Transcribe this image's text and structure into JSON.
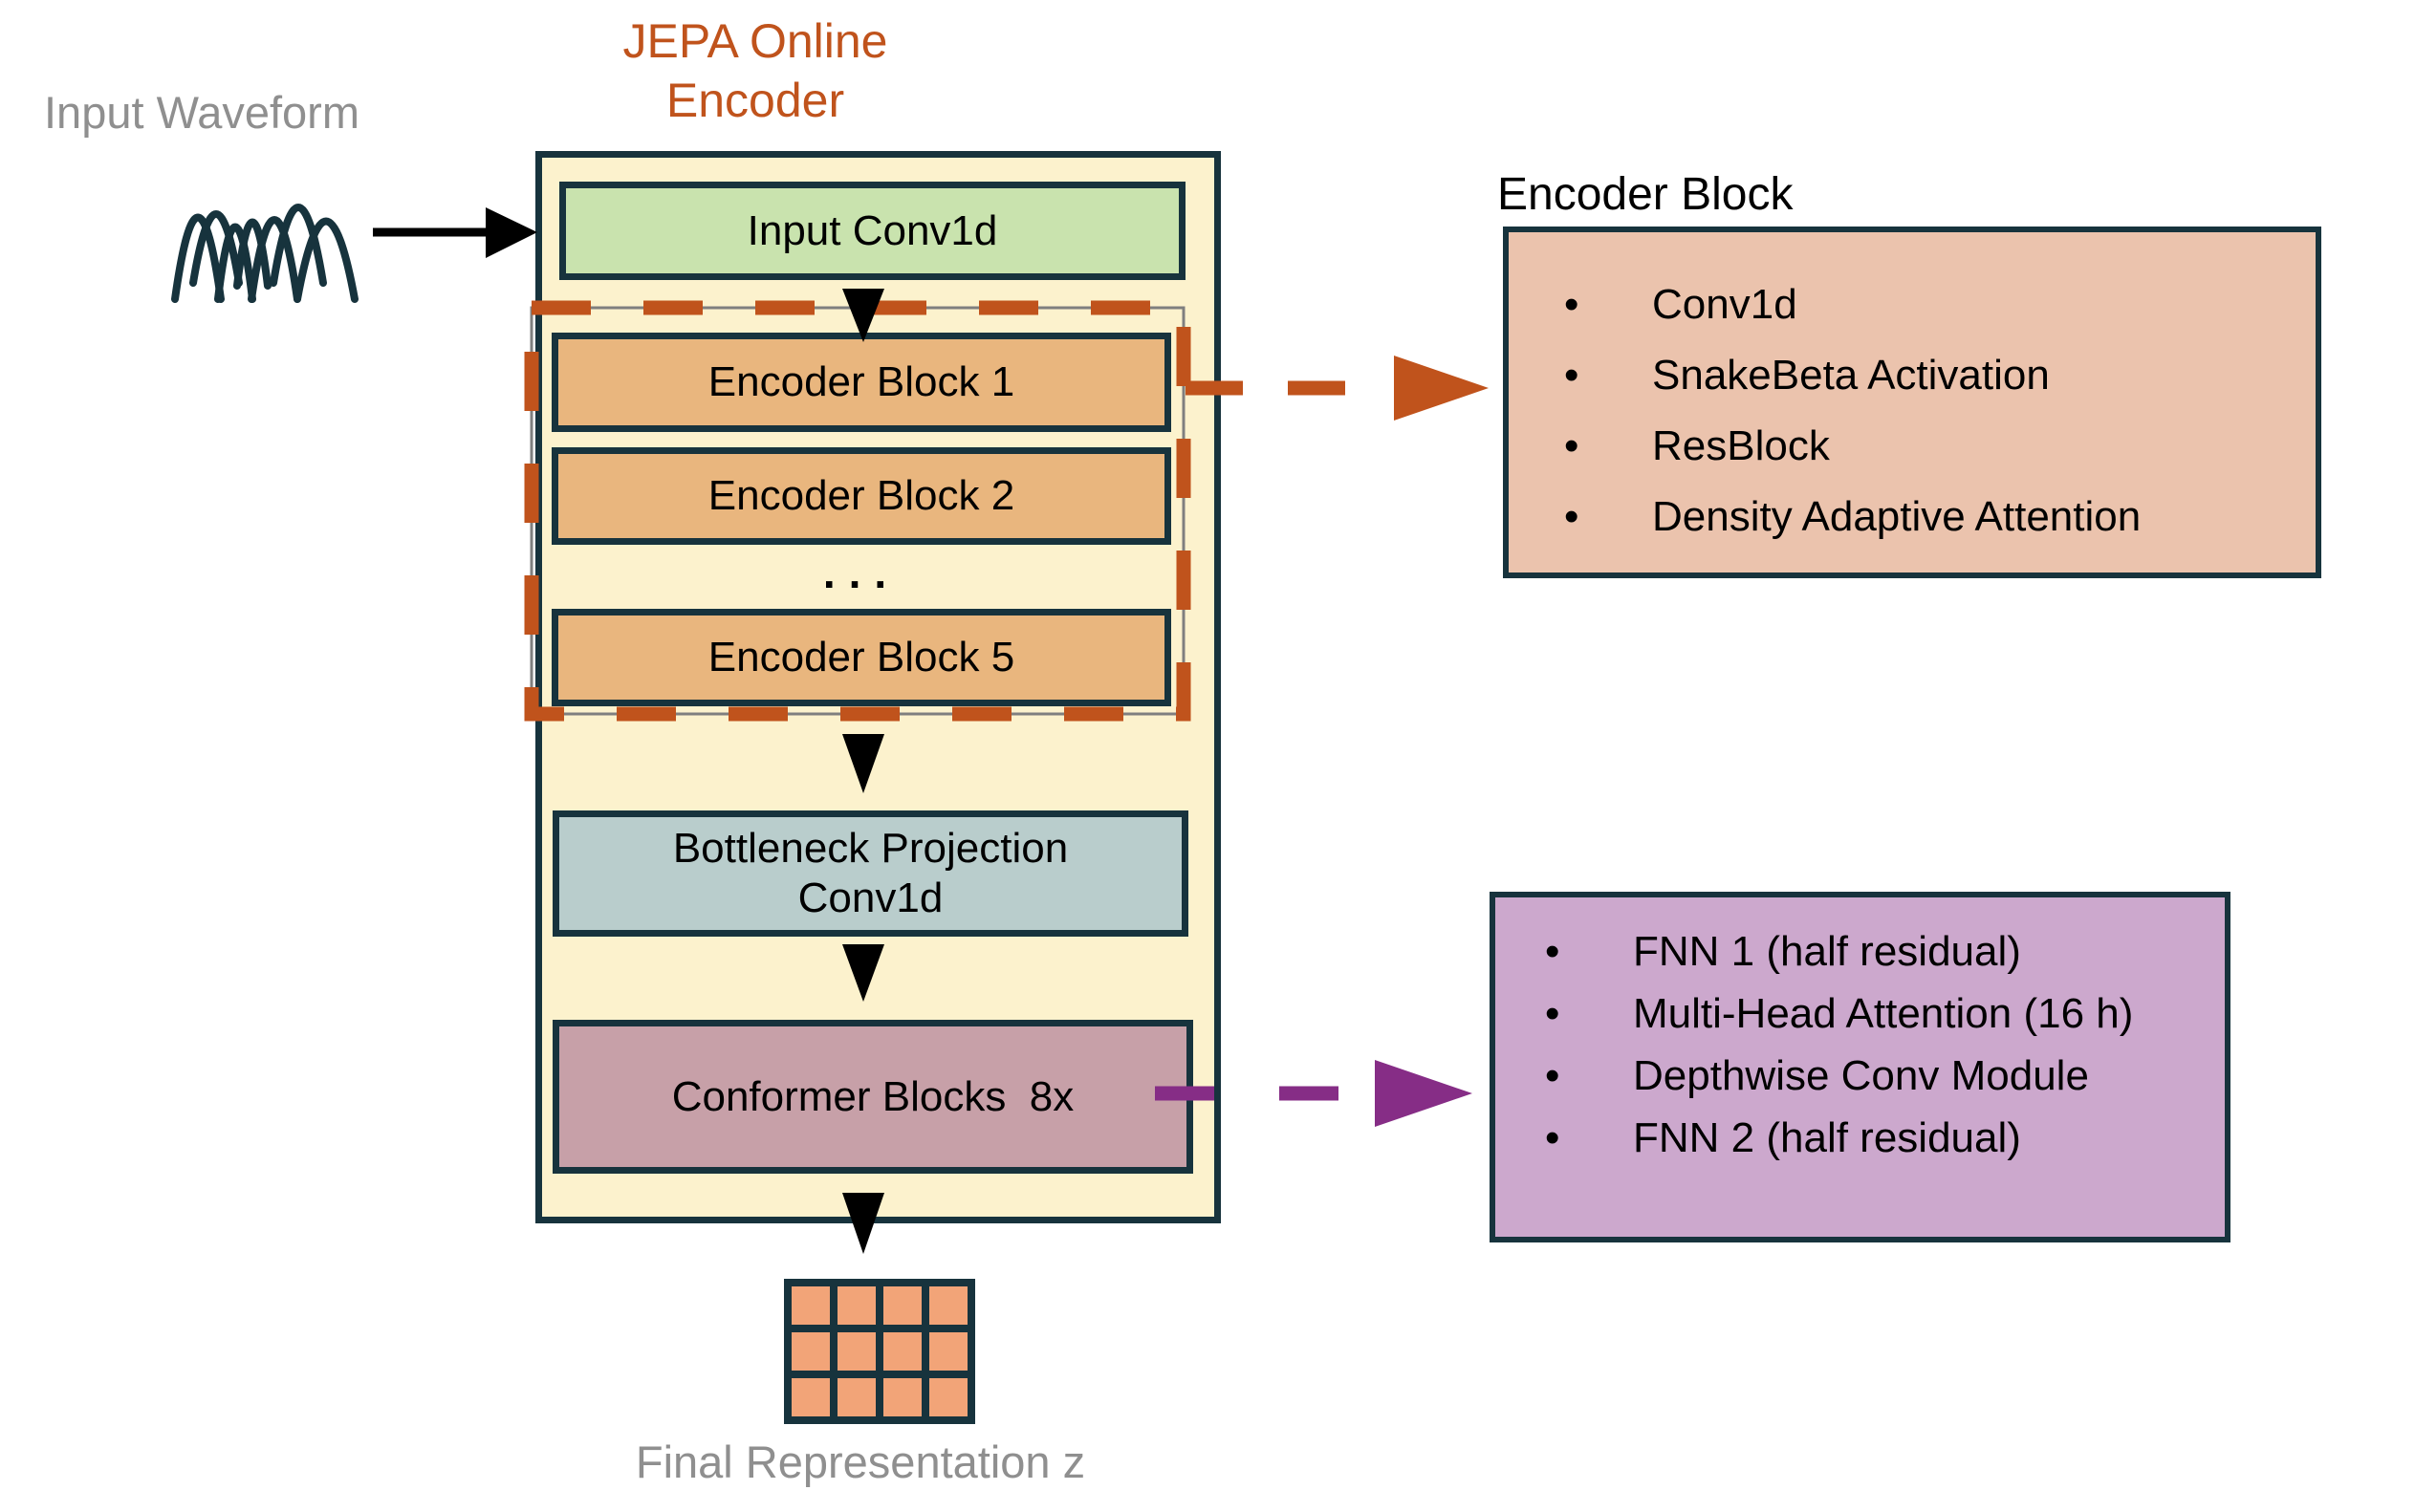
{
  "colors": {
    "accent_orange": "#C0531C",
    "accent_purple": "#862D86",
    "outline_dark_teal": "#17333D",
    "container_cream": "#FCF2CD",
    "input_conv_green": "#C9E3AE",
    "encoder_block_orange": "#E9B67E",
    "bottleneck_bluegray": "#B9CDCC",
    "conformer_mauve": "#C7A0A8",
    "encoder_detail_pink": "#EBC3AD",
    "conformer_detail_purple": "#CCA8CD",
    "grid_cell_salmon": "#F2A478",
    "muted_gray_text": "#8F8F8F"
  },
  "input": {
    "label": "Input Waveform"
  },
  "title": {
    "line1": "JEPA Online",
    "line2": "Encoder"
  },
  "encoder": {
    "input_conv": "Input Conv1d",
    "blocks": [
      {
        "label": "Encoder Block 1"
      },
      {
        "label": "Encoder Block 2"
      },
      {
        "label": "Encoder Block 5"
      }
    ],
    "ellipsis": "...",
    "bottleneck_line1": "Bottleneck Projection",
    "bottleneck_line2": "Conv1d",
    "conformer": "Conformer Blocks  8x"
  },
  "output": {
    "label": "Final Representation z"
  },
  "encoder_block_detail": {
    "title": "Encoder Block",
    "items": [
      "Conv1d",
      "SnakeBeta Activation",
      "ResBlock",
      "Density Adaptive Attention"
    ]
  },
  "conformer_detail": {
    "items": [
      "FNN 1 (half residual)",
      "Multi-Head Attention (16 h)",
      "Depthwise Conv Module",
      "FNN 2 (half residual)"
    ]
  }
}
